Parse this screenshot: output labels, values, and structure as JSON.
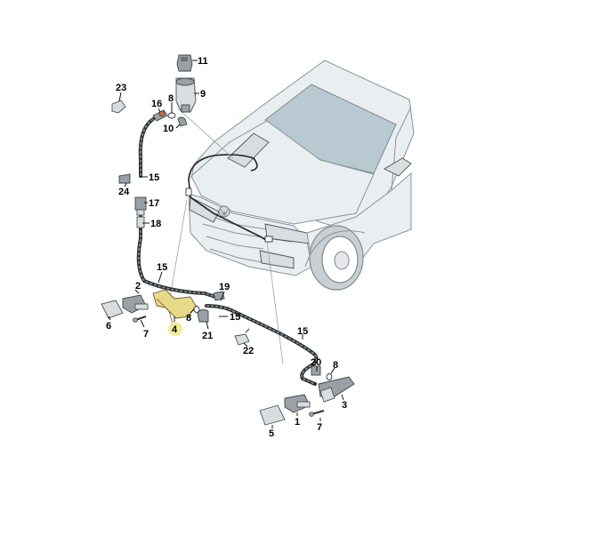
{
  "callouts": {
    "c1": "1",
    "c2": "2",
    "c3": "3",
    "c4": "4",
    "c5": "5",
    "c6": "6",
    "c7a": "7",
    "c7b": "7",
    "c8a": "8",
    "c8b": "8",
    "c8c": "8",
    "c9": "9",
    "c10": "10",
    "c11": "11",
    "c15a": "15",
    "c15b": "15",
    "c15c": "15",
    "c15d": "15",
    "c16": "16",
    "c17": "17",
    "c18": "18",
    "c19": "19",
    "c20": "20",
    "c21": "21",
    "c22": "22",
    "c23": "23",
    "c24": "24"
  },
  "colors": {
    "highlight_part": "#e8d98a",
    "highlight_circle": "#f3ec9a",
    "hose": "#2b2f33",
    "glass": "#b9c9d2"
  },
  "icons": {
    "vehicle": "car-front-quarter-outline"
  }
}
